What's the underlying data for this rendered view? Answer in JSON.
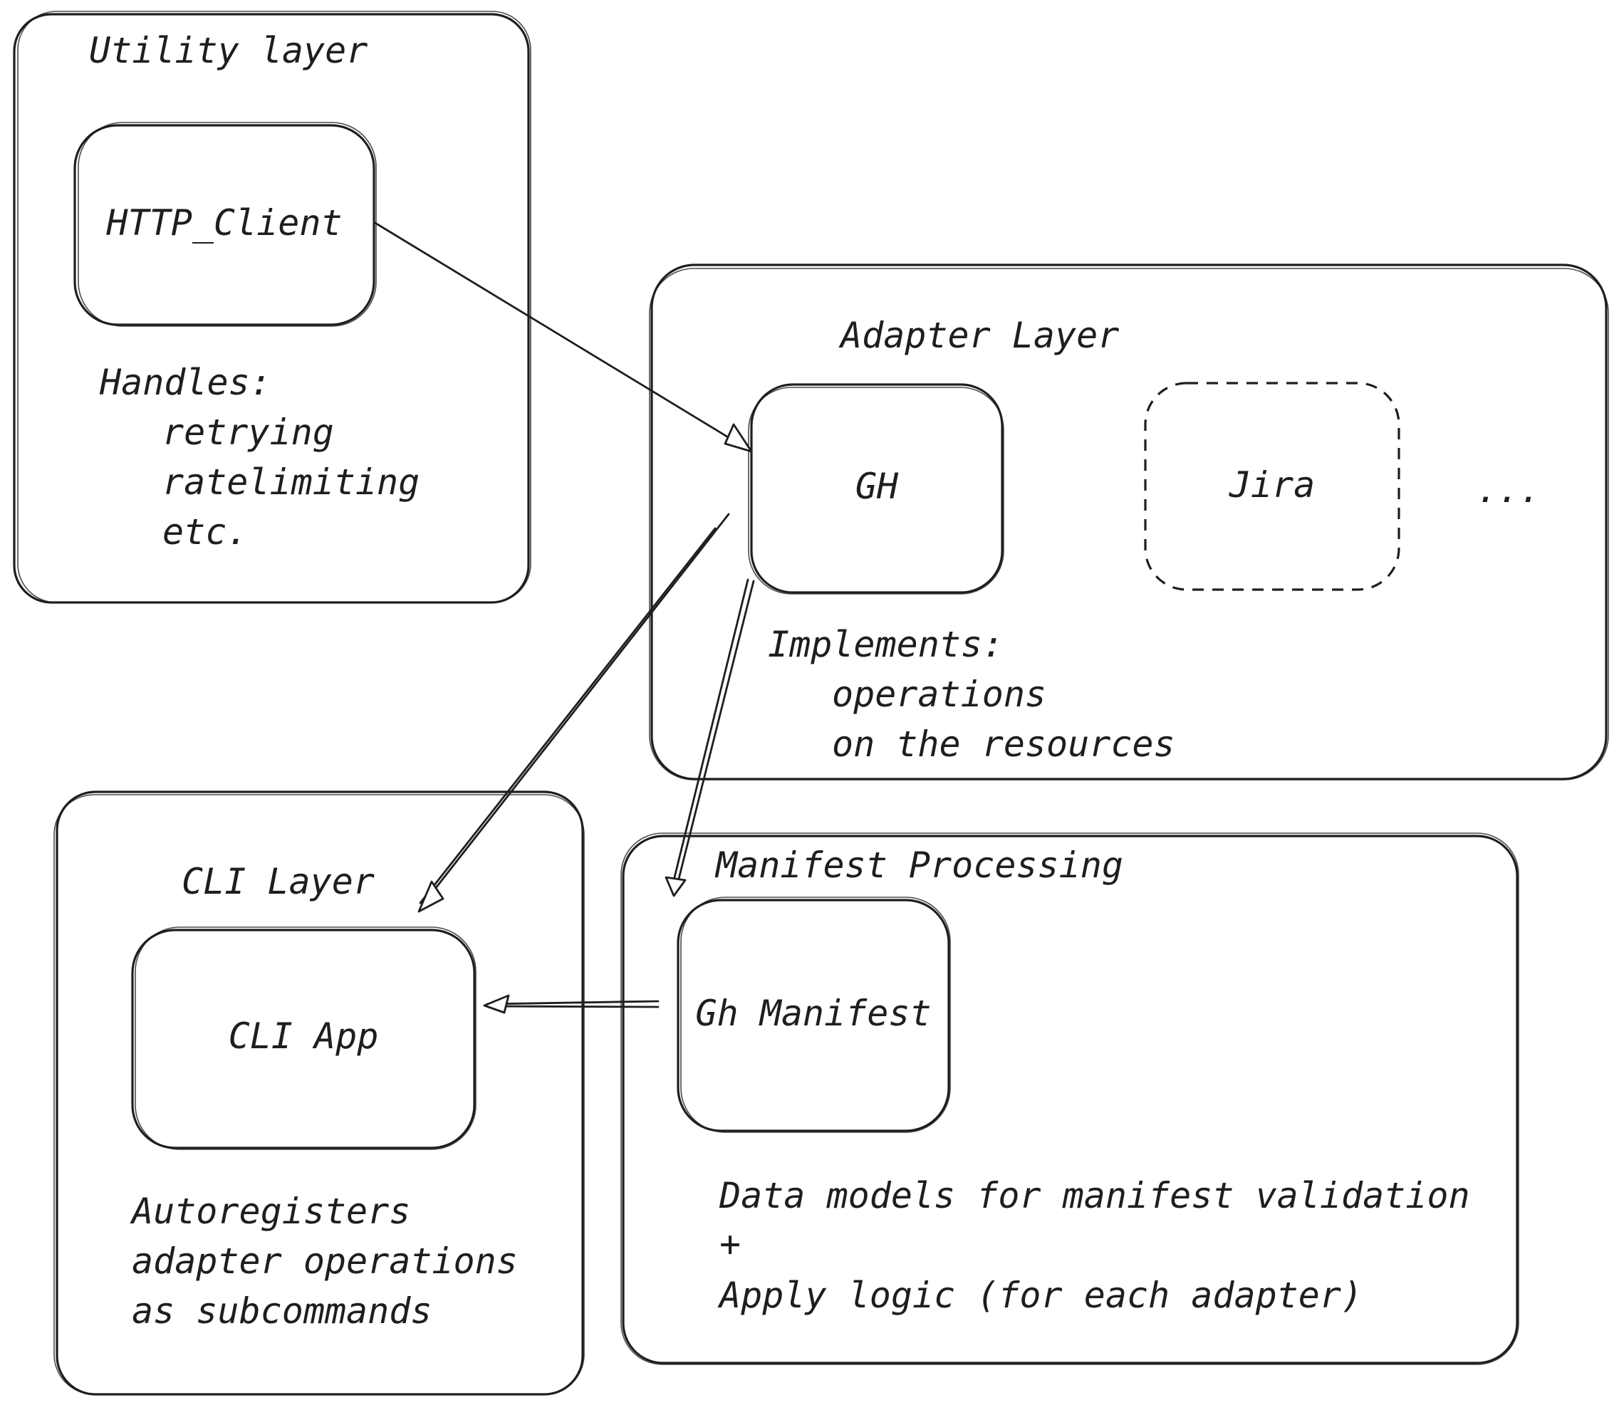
{
  "layers": {
    "utility": {
      "title": "Utility layer",
      "node_label": "HTTP_Client",
      "notes": [
        "Handles:",
        "retrying",
        "ratelimiting",
        "etc."
      ]
    },
    "adapter": {
      "title": "Adapter Layer",
      "gh_label": "GH",
      "jira_label": "Jira",
      "more_label": "...",
      "notes": [
        "Implements:",
        "operations",
        "on the resources"
      ]
    },
    "cli": {
      "title": "CLI Layer",
      "node_label": "CLI App",
      "notes": [
        "Autoregisters",
        "adapter operations",
        "as subcommands"
      ]
    },
    "manifest": {
      "title": "Manifest Processing",
      "node_label": "Gh Manifest",
      "notes": [
        "Data models for manifest validation",
        "+",
        "Apply logic (for each adapter)"
      ]
    }
  }
}
